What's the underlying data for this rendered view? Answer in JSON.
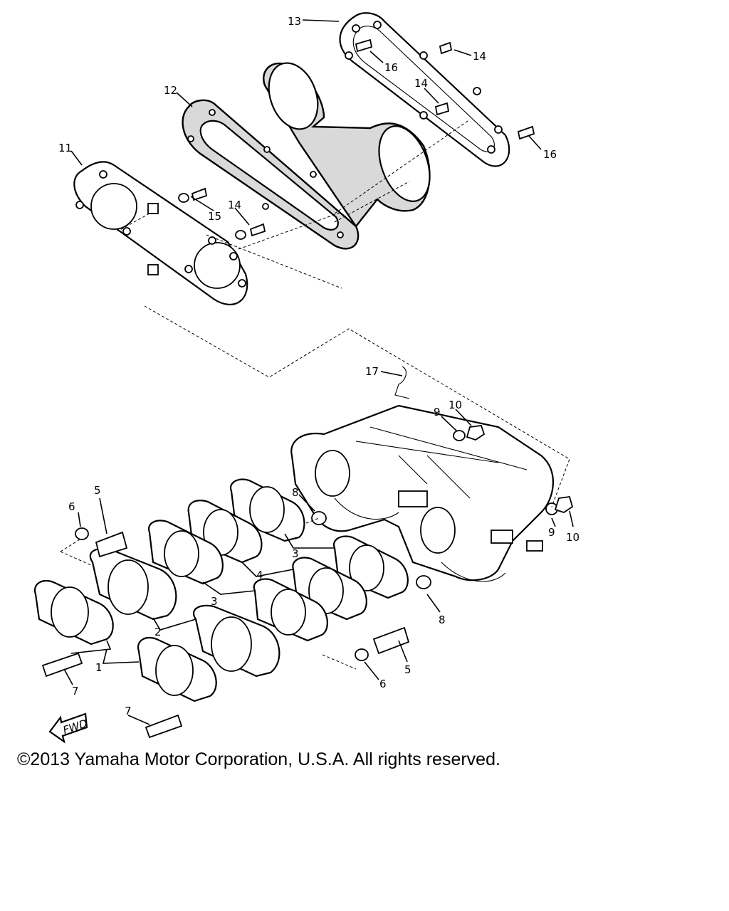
{
  "copyright": "©2013 Yamaha Motor Corporation, U.S.A. All rights reserved.",
  "fwd_label": "FWD",
  "callouts": {
    "c1": "1",
    "c2": "2",
    "c3a": "3",
    "c3b": "3",
    "c4": "4",
    "c5a": "5",
    "c5b": "5",
    "c6a": "6",
    "c6b": "6",
    "c7a": "7",
    "c7b": "7",
    "c8a": "8",
    "c8b": "8",
    "c9a": "9",
    "c9b": "9",
    "c10a": "10",
    "c10b": "10",
    "c11": "11",
    "c12": "12",
    "c13": "13",
    "c14a": "14",
    "c14b": "14",
    "c14c": "14",
    "c15": "15",
    "c16a": "16",
    "c16b": "16",
    "c17": "17"
  }
}
